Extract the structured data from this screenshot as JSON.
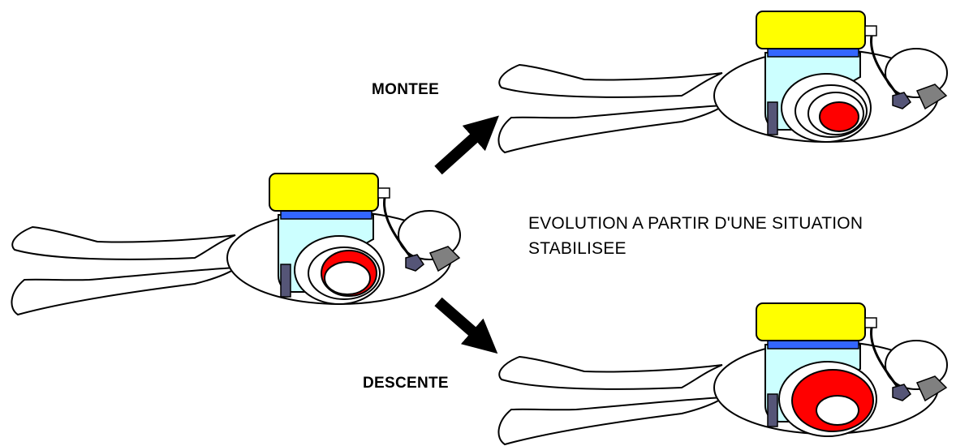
{
  "labels": {
    "ascent": "MONTEE",
    "descent": "DESCENTE",
    "caption_line1": "EVOLUTION A PARTIR D'UNE SITUATION",
    "caption_line2": "STABILISEE"
  },
  "colors": {
    "tank": "#ffff00",
    "harness_band": "#3366ff",
    "body_light": "#ccffff",
    "lung_red": "#ff0000",
    "weight_gray": "#808080",
    "regulator_slate": "#555577",
    "outline": "#000000"
  },
  "divers": [
    {
      "name": "diver-stable",
      "lung_state": "stable"
    },
    {
      "name": "diver-ascent",
      "lung_state": "small"
    },
    {
      "name": "diver-descent",
      "lung_state": "large"
    }
  ]
}
